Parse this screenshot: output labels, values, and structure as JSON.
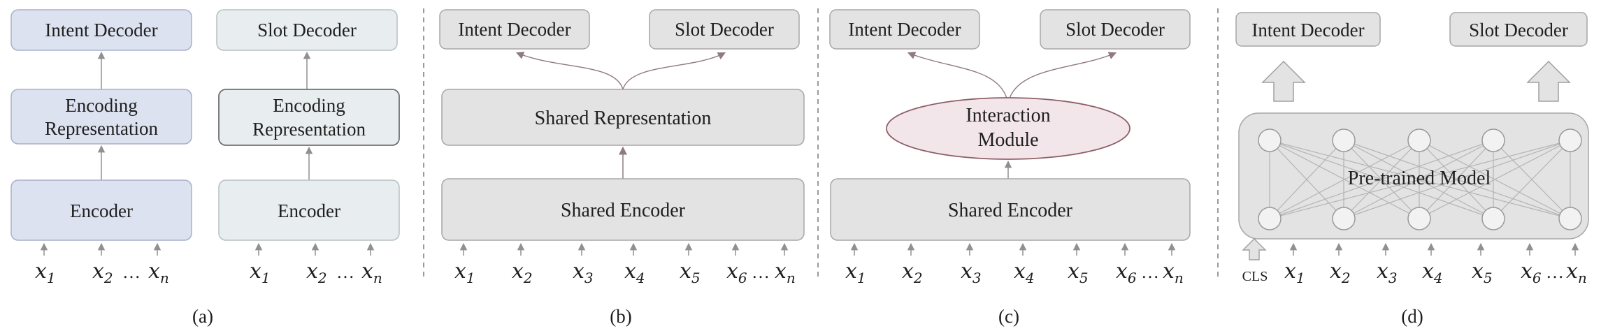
{
  "panel_a": {
    "left": {
      "decoder": "Intent Decoder",
      "enc_rep_line1": "Encoding",
      "enc_rep_line2": "Representation",
      "encoder": "Encoder"
    },
    "right": {
      "decoder": "Slot Decoder",
      "enc_rep_line1": "Encoding",
      "enc_rep_line2": "Representation",
      "encoder": "Encoder"
    },
    "inputs_left": {
      "x1": "x",
      "x1_sub": "1",
      "x2": "x",
      "x2_sub": "2",
      "dots": "…",
      "xn": "x",
      "xn_sub": "n"
    },
    "inputs_right": {
      "x1": "x",
      "x1_sub": "1",
      "x2": "x",
      "x2_sub": "2",
      "dots": "…",
      "xn": "x",
      "xn_sub": "n"
    },
    "caption": "(a)"
  },
  "panel_b": {
    "intent_decoder": "Intent Decoder",
    "slot_decoder": "Slot Decoder",
    "shared_representation": "Shared Representation",
    "shared_encoder": "Shared Encoder",
    "inputs": [
      "1",
      "2",
      "3",
      "4",
      "5"
    ],
    "x6": "6",
    "dots": "…",
    "xn": "n",
    "x": "x",
    "caption": "(b)"
  },
  "panel_c": {
    "intent_decoder": "Intent Decoder",
    "slot_decoder": "Slot Decoder",
    "interaction_line1": "Interaction",
    "interaction_line2": "Module",
    "shared_encoder": "Shared Encoder",
    "inputs": [
      "1",
      "2",
      "3",
      "4",
      "5"
    ],
    "x6": "6",
    "dots": "…",
    "xn": "n",
    "x": "x",
    "caption": "(c)"
  },
  "panel_d": {
    "intent_decoder": "Intent Decoder",
    "slot_decoder": "Slot Decoder",
    "pretrained_model": "Pre-trained Model",
    "cls": "CLS",
    "inputs": [
      "1",
      "2",
      "3",
      "4",
      "5"
    ],
    "x6": "6",
    "dots": "…",
    "xn": "n",
    "x": "x",
    "caption": "(d)"
  },
  "colors": {
    "blue_fill": "#dde2f1",
    "blue_stroke": "#a9b0c9",
    "pale_fill": "#e8eef0",
    "pale_stroke": "#b7bfc2",
    "gray_fill": "#e4e3e3",
    "gray_stroke": "#a8a6a6",
    "pink_fill": "#f3e6ea",
    "pink_stroke": "#8e5e66",
    "arrow": "#909090",
    "curve": "#8f7a7e",
    "divider": "#7a7a7a"
  }
}
